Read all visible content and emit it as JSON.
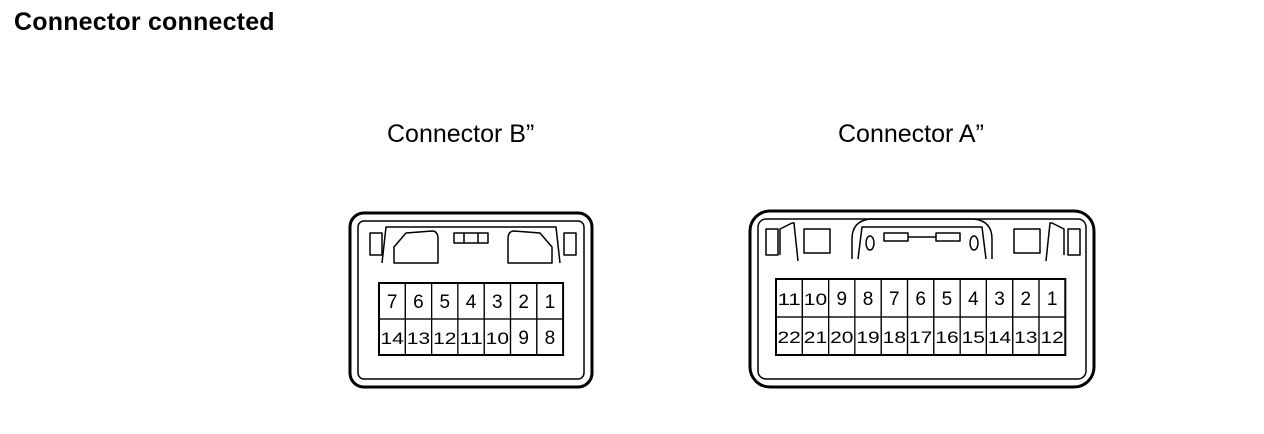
{
  "page": {
    "title": "Connector connected"
  },
  "connectors": [
    {
      "id": "b",
      "label": "Connector B”",
      "rows": [
        [
          "7",
          "6",
          "5",
          "4",
          "3",
          "2",
          "1"
        ],
        [
          "14",
          "13",
          "12",
          "11",
          "10",
          "9",
          "8"
        ]
      ]
    },
    {
      "id": "a",
      "label": "Connector A”",
      "rows": [
        [
          "11",
          "10",
          "9",
          "8",
          "7",
          "6",
          "5",
          "4",
          "3",
          "2",
          "1"
        ],
        [
          "22",
          "21",
          "20",
          "19",
          "18",
          "17",
          "16",
          "15",
          "14",
          "13",
          "12"
        ]
      ]
    }
  ]
}
